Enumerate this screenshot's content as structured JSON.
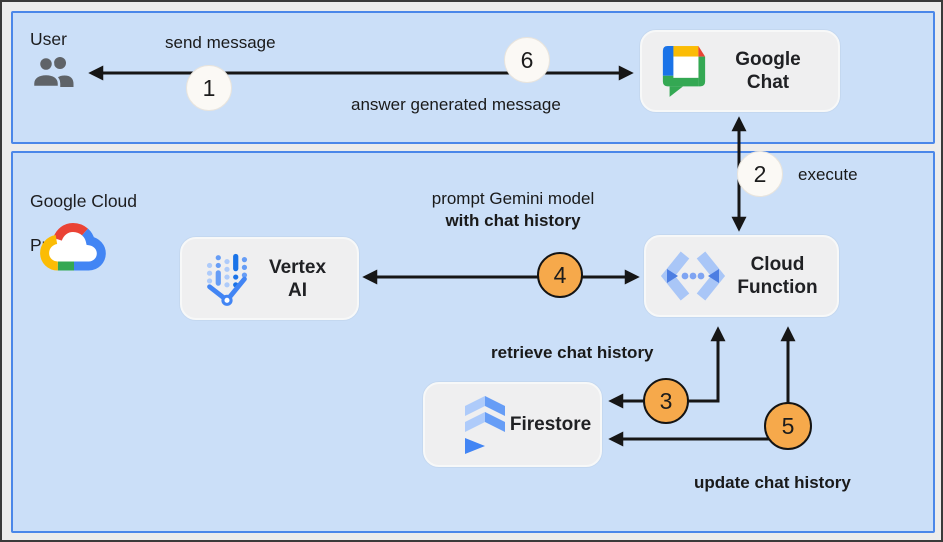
{
  "colors": {
    "zone_fill": "#cbdff8",
    "zone_border": "#4b87e9",
    "node_fill": "#efeff0",
    "step_white": "#fbf9f5",
    "step_orange": "#f6a94b",
    "arrow": "#161616",
    "google_blue": "#4285F4",
    "google_red": "#EA4335",
    "google_yellow": "#FBBC05",
    "google_green": "#34A853"
  },
  "zones": {
    "user": {
      "label": "User"
    },
    "gcp": {
      "lines": [
        "Google Cloud",
        "Project"
      ]
    }
  },
  "nodes": {
    "google_chat": {
      "lines": [
        "Google",
        "Chat"
      ]
    },
    "vertex_ai": {
      "lines": [
        "Vertex",
        "AI"
      ]
    },
    "cloud_function": {
      "lines": [
        "Cloud",
        "Function"
      ]
    },
    "firestore": {
      "lines": [
        "Firestore"
      ]
    }
  },
  "edges": {
    "send_message": {
      "label": "send message",
      "step": "1"
    },
    "answer": {
      "label": "answer generated message",
      "step": "6"
    },
    "execute": {
      "label": "execute",
      "step": "2"
    },
    "prompt_gemini": {
      "label_line1": "prompt Gemini model",
      "label_line2": "with chat history",
      "step": "4"
    },
    "retrieve_history": {
      "label": "retrieve chat history",
      "step": "3"
    },
    "update_history": {
      "label": "update chat history",
      "step": "5"
    }
  }
}
